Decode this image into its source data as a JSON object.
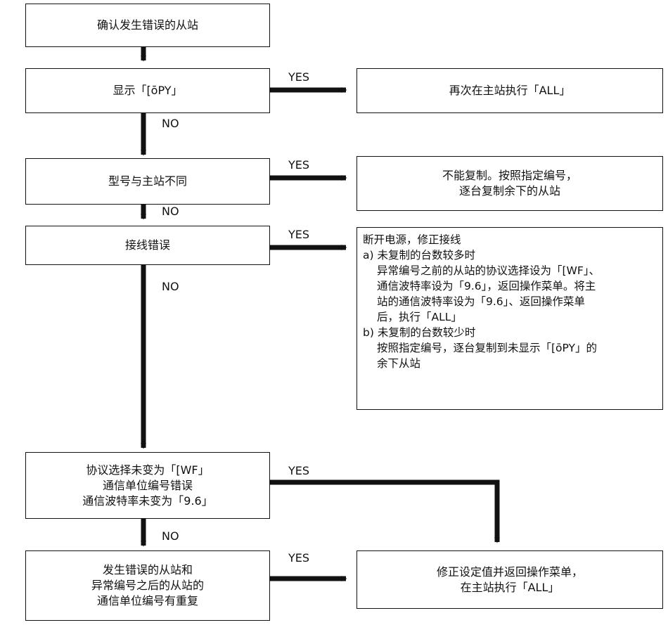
{
  "flowchart": {
    "steps": [
      {
        "lines": [
          "确认发生错误的从站"
        ]
      },
      {
        "lines": [
          "显示「[ōPY」"
        ]
      },
      {
        "lines": [
          "型号与主站不同"
        ]
      },
      {
        "lines": [
          "接线错误"
        ]
      },
      {
        "lines": [
          "协议选择未变为「[WF」",
          "通信单位编号错误",
          "通信波特率未变为「9.6」"
        ]
      },
      {
        "lines": [
          "发生错误的从站和",
          "异常编号之后的从站的",
          "通信单位编号有重复"
        ]
      }
    ],
    "results": [
      {
        "lines": [
          "再次在主站执行「ALL」"
        ]
      },
      {
        "lines": [
          "不能复制。按照指定编号，",
          "逐台复制余下的从站"
        ]
      },
      {
        "lines": [
          "断开电源，修正接线",
          "a) 未复制的台数较多时",
          "异常编号之前的从站的协议选择设为「[WF」、",
          "通信波特率设为「9.6」，返回操作菜单。将主",
          "站的通信波特率设为「9.6」、返回操作菜单",
          "后，执行「ALL」",
          "b) 未复制的台数较少时",
          "按照指定编号，逐台复制到未显示「[ōPY」的",
          "余下从站"
        ]
      },
      {
        "lines": [
          "修正设定值并返回操作菜单，",
          "在主站执行「ALL」"
        ]
      }
    ],
    "labels": {
      "yes": "YES",
      "no": "NO"
    }
  }
}
